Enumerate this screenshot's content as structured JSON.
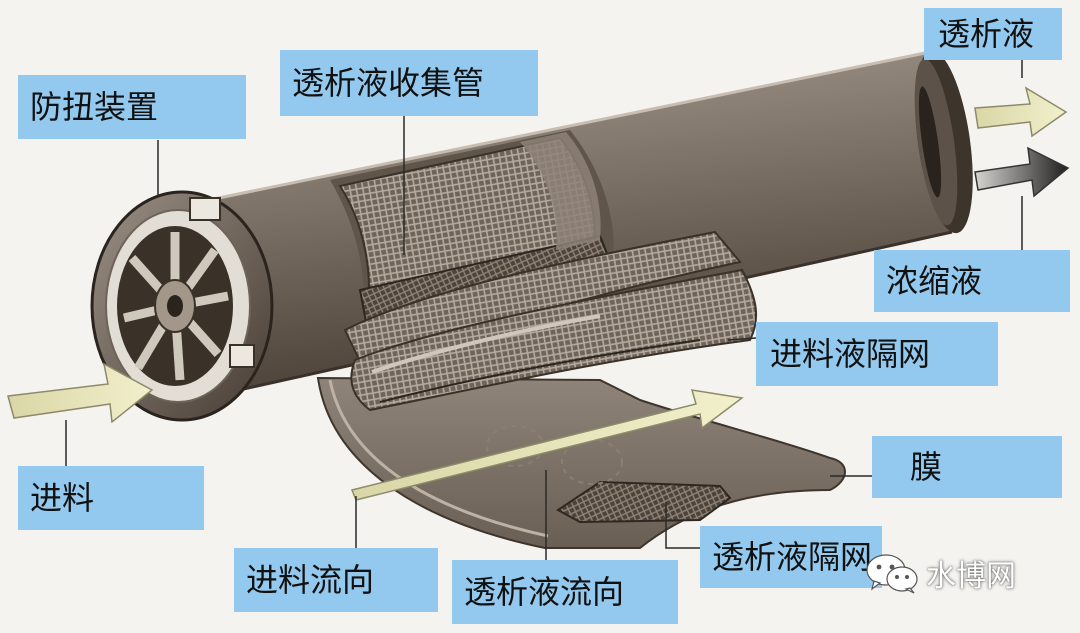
{
  "labels": {
    "anti_twist_device": "防扭装置",
    "permeate_collection_tube": "透析液收集管",
    "permeate": "透析液",
    "concentrate": "浓缩液",
    "feed_spacer": "进料液隔网",
    "membrane": "膜",
    "permeate_spacer": "透析液隔网",
    "feed": "进料",
    "feed_flow_direction": "进料流向",
    "permeate_flow_direction": "透析液流向"
  },
  "watermark": {
    "icon": "wechat-icon",
    "text": "水博网"
  },
  "colors": {
    "label_background": "#93c9ee",
    "housing": "#7d7268",
    "arrow_fill": "#e9e7b8",
    "mesh": "#6d6259"
  }
}
